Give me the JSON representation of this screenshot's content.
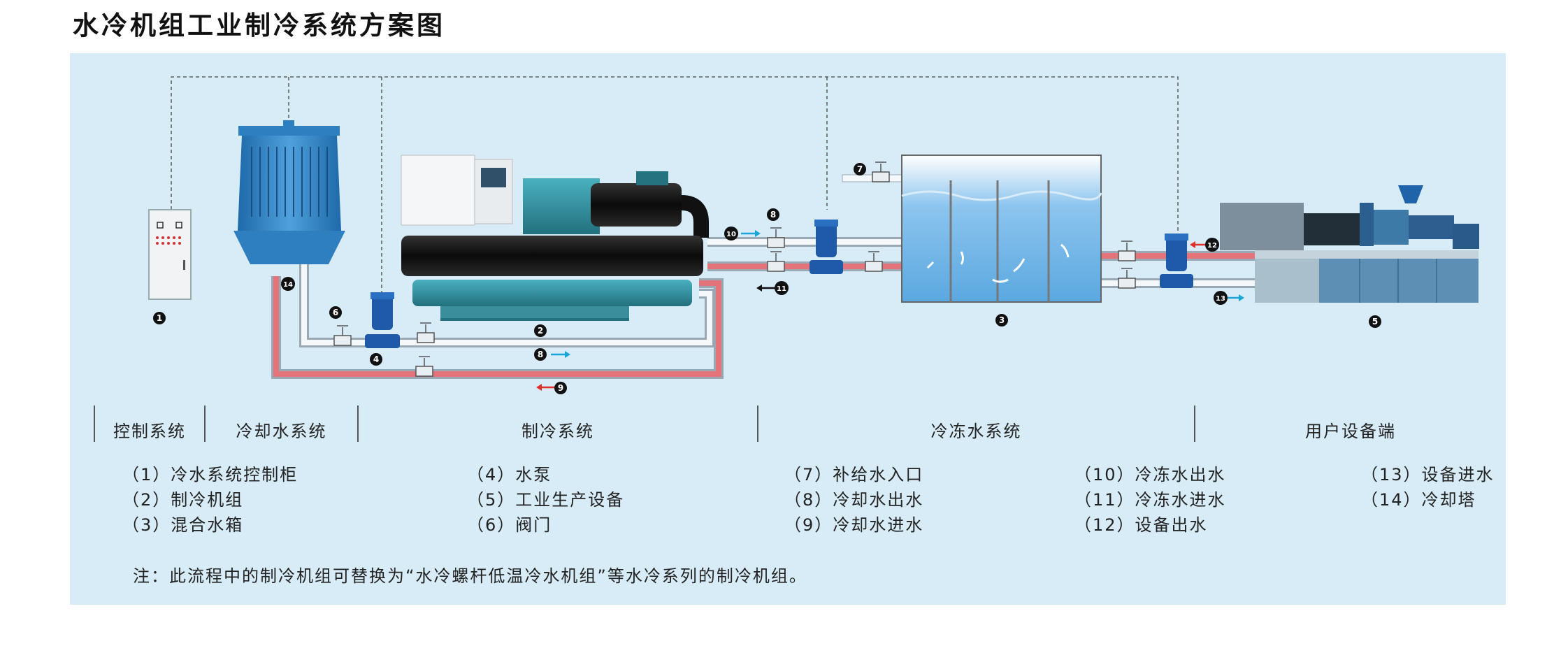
{
  "title": "水冷机组工业制冷系统方案图",
  "markers": {
    "m1": "1",
    "m2": "2",
    "m3": "3",
    "m4": "4",
    "m5": "5",
    "m6": "6",
    "m7": "7",
    "m8": "8",
    "m9": "9",
    "m10": "10",
    "m11": "11",
    "m12": "12",
    "m13": "13",
    "m14": "14"
  },
  "colors": {
    "panel": "#d8ecf8",
    "pipe_hot": "#e4737a",
    "pipe_cold": "#f0f4f8",
    "arrow_cyan": "#1aa5d8",
    "arrow_red": "#e0302a",
    "machine_teal": "#2e8c9c",
    "pump_blue": "#1f5aa8",
    "tower_blue": "#2d7fc0"
  },
  "sections": {
    "control": "控制系统",
    "cooling_water": "冷却水系统",
    "refrigeration": "制冷系统",
    "chilled_water": "冷冻水系统",
    "user_equipment": "用户设备端"
  },
  "legend": {
    "col1": [
      "（1）冷水系统控制柜",
      "（2）制冷机组",
      "（3）混合水箱"
    ],
    "col2": [
      "（4）水泵",
      "（5）工业生产设备",
      "（6）阀门"
    ],
    "col3": [
      "（7）补给水入口",
      "（8）冷却水出水",
      "（9）冷却水进水"
    ],
    "col4": [
      "（10）冷冻水出水",
      "（11）冷冻水进水",
      "（12）设备出水"
    ],
    "col5": [
      "（13）设备进水",
      "（14）冷却塔"
    ]
  },
  "note": "注：此流程中的制冷机组可替换为“水冷螺杆低温冷水机组”等水冷系列的制冷机组。"
}
